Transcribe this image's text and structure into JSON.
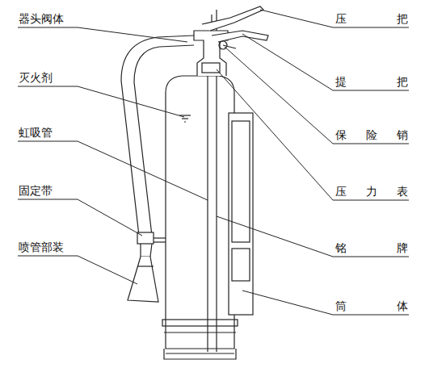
{
  "diagram": {
    "labels": [
      "器头阀体",
      "灭火剂",
      "虹吸管",
      "固定带",
      "喷管部装",
      "压把",
      "提把",
      "保险销",
      "压力表",
      "铭牌",
      "筒体"
    ]
  }
}
